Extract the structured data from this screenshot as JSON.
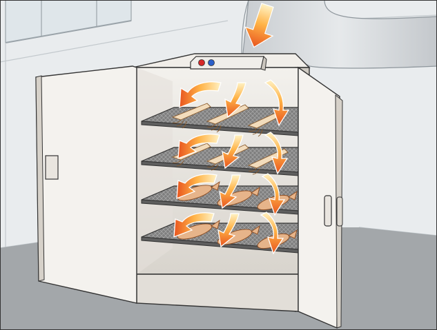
{
  "scene": {
    "subject": "food-drying-cabinet-with-hot-air-circulation",
    "palette": {
      "wall": "#e9ecee",
      "wall_edge": "#b9c0c5",
      "floor": "#a3a7aa",
      "cabinet_body": "#ede9e3",
      "cabinet_shade": "#cfcac2",
      "door": "#f4f2ee",
      "outline": "#333333",
      "tray": "#6f6f6f",
      "tray_mesh": "#9a9a9a",
      "duct": "#d9dcdf",
      "arrow_start": "#fff2c4",
      "arrow_mid": "#ffb347",
      "arrow_end": "#e8541e",
      "fish_body": "#e6b48a",
      "fish_belly": "#f5ead8",
      "squid": "#f2dcbc",
      "indicator_red": "#d62828",
      "indicator_blue": "#2b5fc9"
    },
    "control_panel": {
      "indicators": [
        "red-indicator-light",
        "blue-indicator-light"
      ]
    },
    "trays": [
      {
        "contents": "dried-squid"
      },
      {
        "contents": "dried-squid"
      },
      {
        "contents": "fish"
      },
      {
        "contents": "fish"
      }
    ],
    "airflow": {
      "inlet_direction": "down",
      "arrows_per_tray": 3
    }
  }
}
